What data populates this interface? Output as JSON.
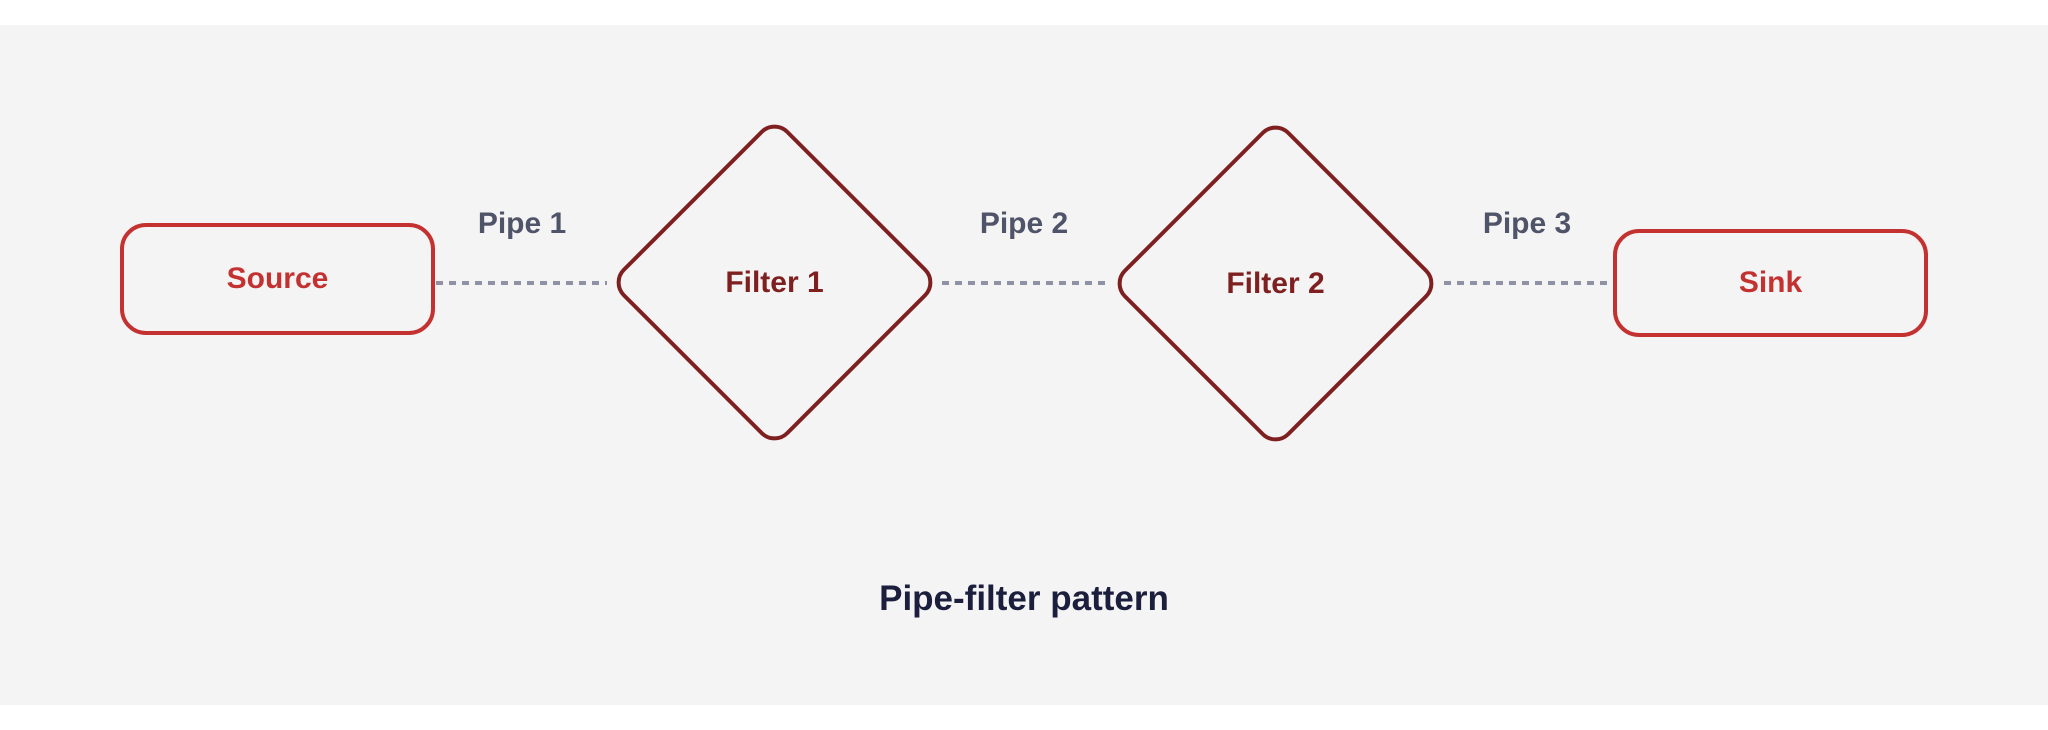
{
  "diagram": {
    "title": "Pipe-filter pattern",
    "nodes": [
      {
        "id": "source",
        "label": "Source",
        "shape": "rounded-rectangle"
      },
      {
        "id": "filter1",
        "label": "Filter 1",
        "shape": "diamond"
      },
      {
        "id": "filter2",
        "label": "Filter 2",
        "shape": "diamond"
      },
      {
        "id": "sink",
        "label": "Sink",
        "shape": "rounded-rectangle"
      }
    ],
    "pipes": [
      {
        "id": "pipe1",
        "label": "Pipe 1",
        "from": "Source",
        "to": "Filter 1",
        "style": "dashed"
      },
      {
        "id": "pipe2",
        "label": "Pipe 2",
        "from": "Filter 1",
        "to": "Filter 2",
        "style": "dashed"
      },
      {
        "id": "pipe3",
        "label": "Pipe 3",
        "from": "Filter 2",
        "to": "Sink",
        "style": "dashed"
      }
    ]
  },
  "colors": {
    "canvas-bg": "#f5f4f5",
    "page-bg": "#ffffff",
    "endpoint-accent": "#c43131",
    "filter-accent": "#7e2020",
    "pipe-label": "#4f5468",
    "pipe-dash": "#8e92a4",
    "title-color": "#1b1e3c"
  }
}
